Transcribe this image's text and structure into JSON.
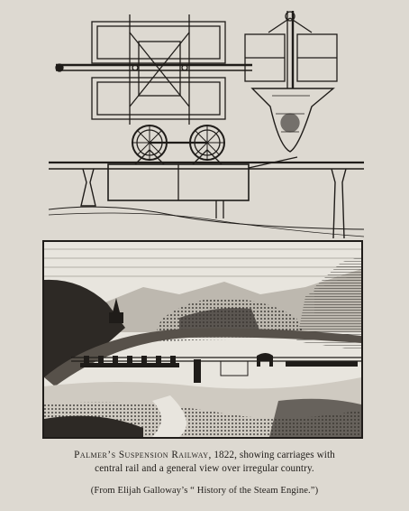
{
  "caption": {
    "title": "Palmer’s Suspension Railway",
    "line1_rest": ", 1822, showing carriages with",
    "line2": "central rail and a general view over irregular country.",
    "source": "(From Elijah Galloway’s “ History of the Steam Engine.”)"
  },
  "colors": {
    "paper": "#ddd9d1",
    "ink": "#1f1c19"
  }
}
